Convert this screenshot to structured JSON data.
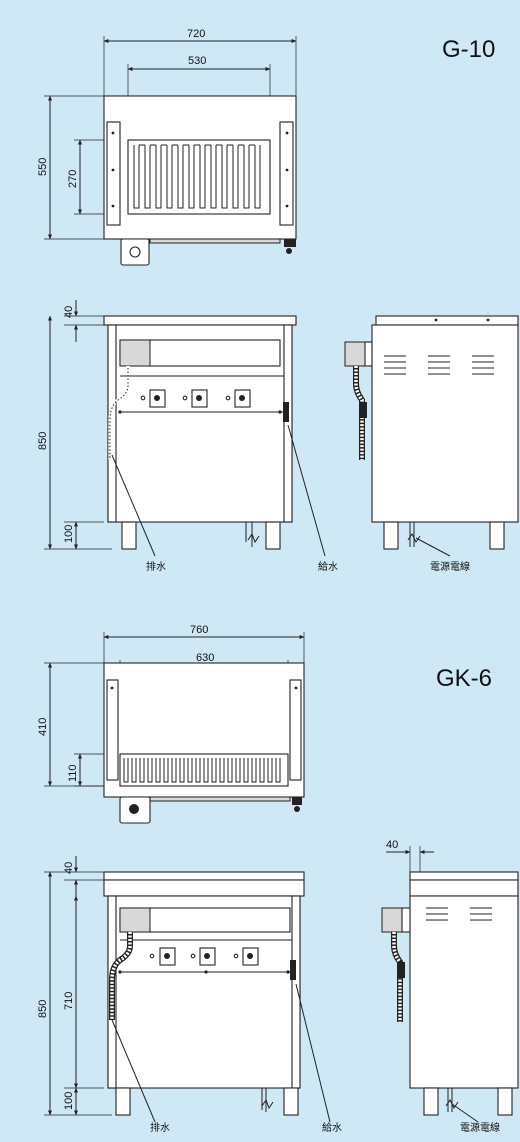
{
  "colors": {
    "background": "#cfe8f6",
    "line": "#222222",
    "fill": "#ffffff"
  },
  "models": [
    {
      "name": "G-10",
      "top_view": {
        "width_outer": "720",
        "width_inner": "530",
        "depth": "550",
        "grill_depth": "270"
      },
      "front_view": {
        "top_thickness": "40",
        "height": "850",
        "leg_height": "100"
      },
      "labels": {
        "drain": "排水",
        "water_supply": "給水",
        "power_cord": "電源電線"
      }
    },
    {
      "name": "GK-6",
      "top_view": {
        "width_outer": "760",
        "width_inner": "630",
        "depth": "410",
        "grill_depth": "110"
      },
      "front_view": {
        "top_thickness": "40",
        "height": "850",
        "body_height": "710",
        "leg_height": "100"
      },
      "side_view": {
        "offset": "40"
      },
      "labels": {
        "drain": "排水",
        "water_supply": "給水",
        "power_cord": "電源電線"
      }
    }
  ]
}
